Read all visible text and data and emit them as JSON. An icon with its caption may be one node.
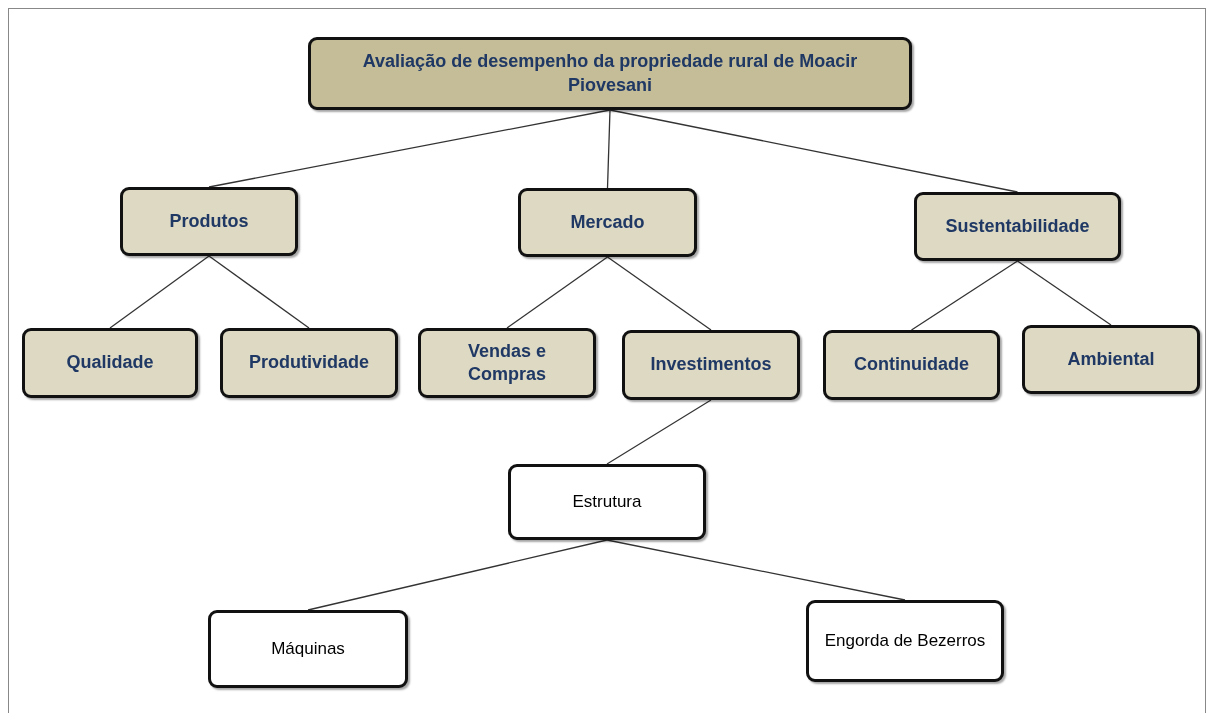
{
  "diagram": {
    "nodes": [
      {
        "text": [
          "Avaliação de desempenho da propriedade rural de Moacir Piovesani"
        ]
      },
      {
        "text": [
          "Produtos"
        ]
      },
      {
        "text": [
          "Mercado"
        ]
      },
      {
        "text": [
          "Sustentabilidade"
        ]
      },
      {
        "text": [
          "Qualidade"
        ]
      },
      {
        "text": [
          "Produtividade"
        ]
      },
      {
        "text": [
          "Vendas e Compras"
        ]
      },
      {
        "text": [
          "Investimentos"
        ]
      },
      {
        "text": [
          "Continuidade"
        ]
      },
      {
        "text": [
          "Ambiental"
        ]
      },
      {
        "text": [
          "Estrutura"
        ]
      },
      {
        "text": [
          "Máquinas"
        ]
      },
      {
        "text": [
          "Engorda de Bezerros"
        ]
      }
    ],
    "edges": [
      {
        "from": 0,
        "to": 1,
        "arrow": "none"
      },
      {
        "from": 0,
        "to": 2,
        "arrow": "none"
      },
      {
        "from": 0,
        "to": 3,
        "arrow": "none"
      },
      {
        "from": 1,
        "to": 4,
        "arrow": "none"
      },
      {
        "from": 1,
        "to": 5,
        "arrow": "none"
      },
      {
        "from": 2,
        "to": 6,
        "arrow": "none"
      },
      {
        "from": 2,
        "to": 7,
        "arrow": "none"
      },
      {
        "from": 3,
        "to": 8,
        "arrow": "none"
      },
      {
        "from": 3,
        "to": 9,
        "arrow": "none"
      },
      {
        "from": 7,
        "to": 10,
        "arrow": "none"
      },
      {
        "from": 10,
        "to": 11,
        "arrow": "none"
      },
      {
        "from": 10,
        "to": 12,
        "arrow": "none"
      }
    ]
  }
}
